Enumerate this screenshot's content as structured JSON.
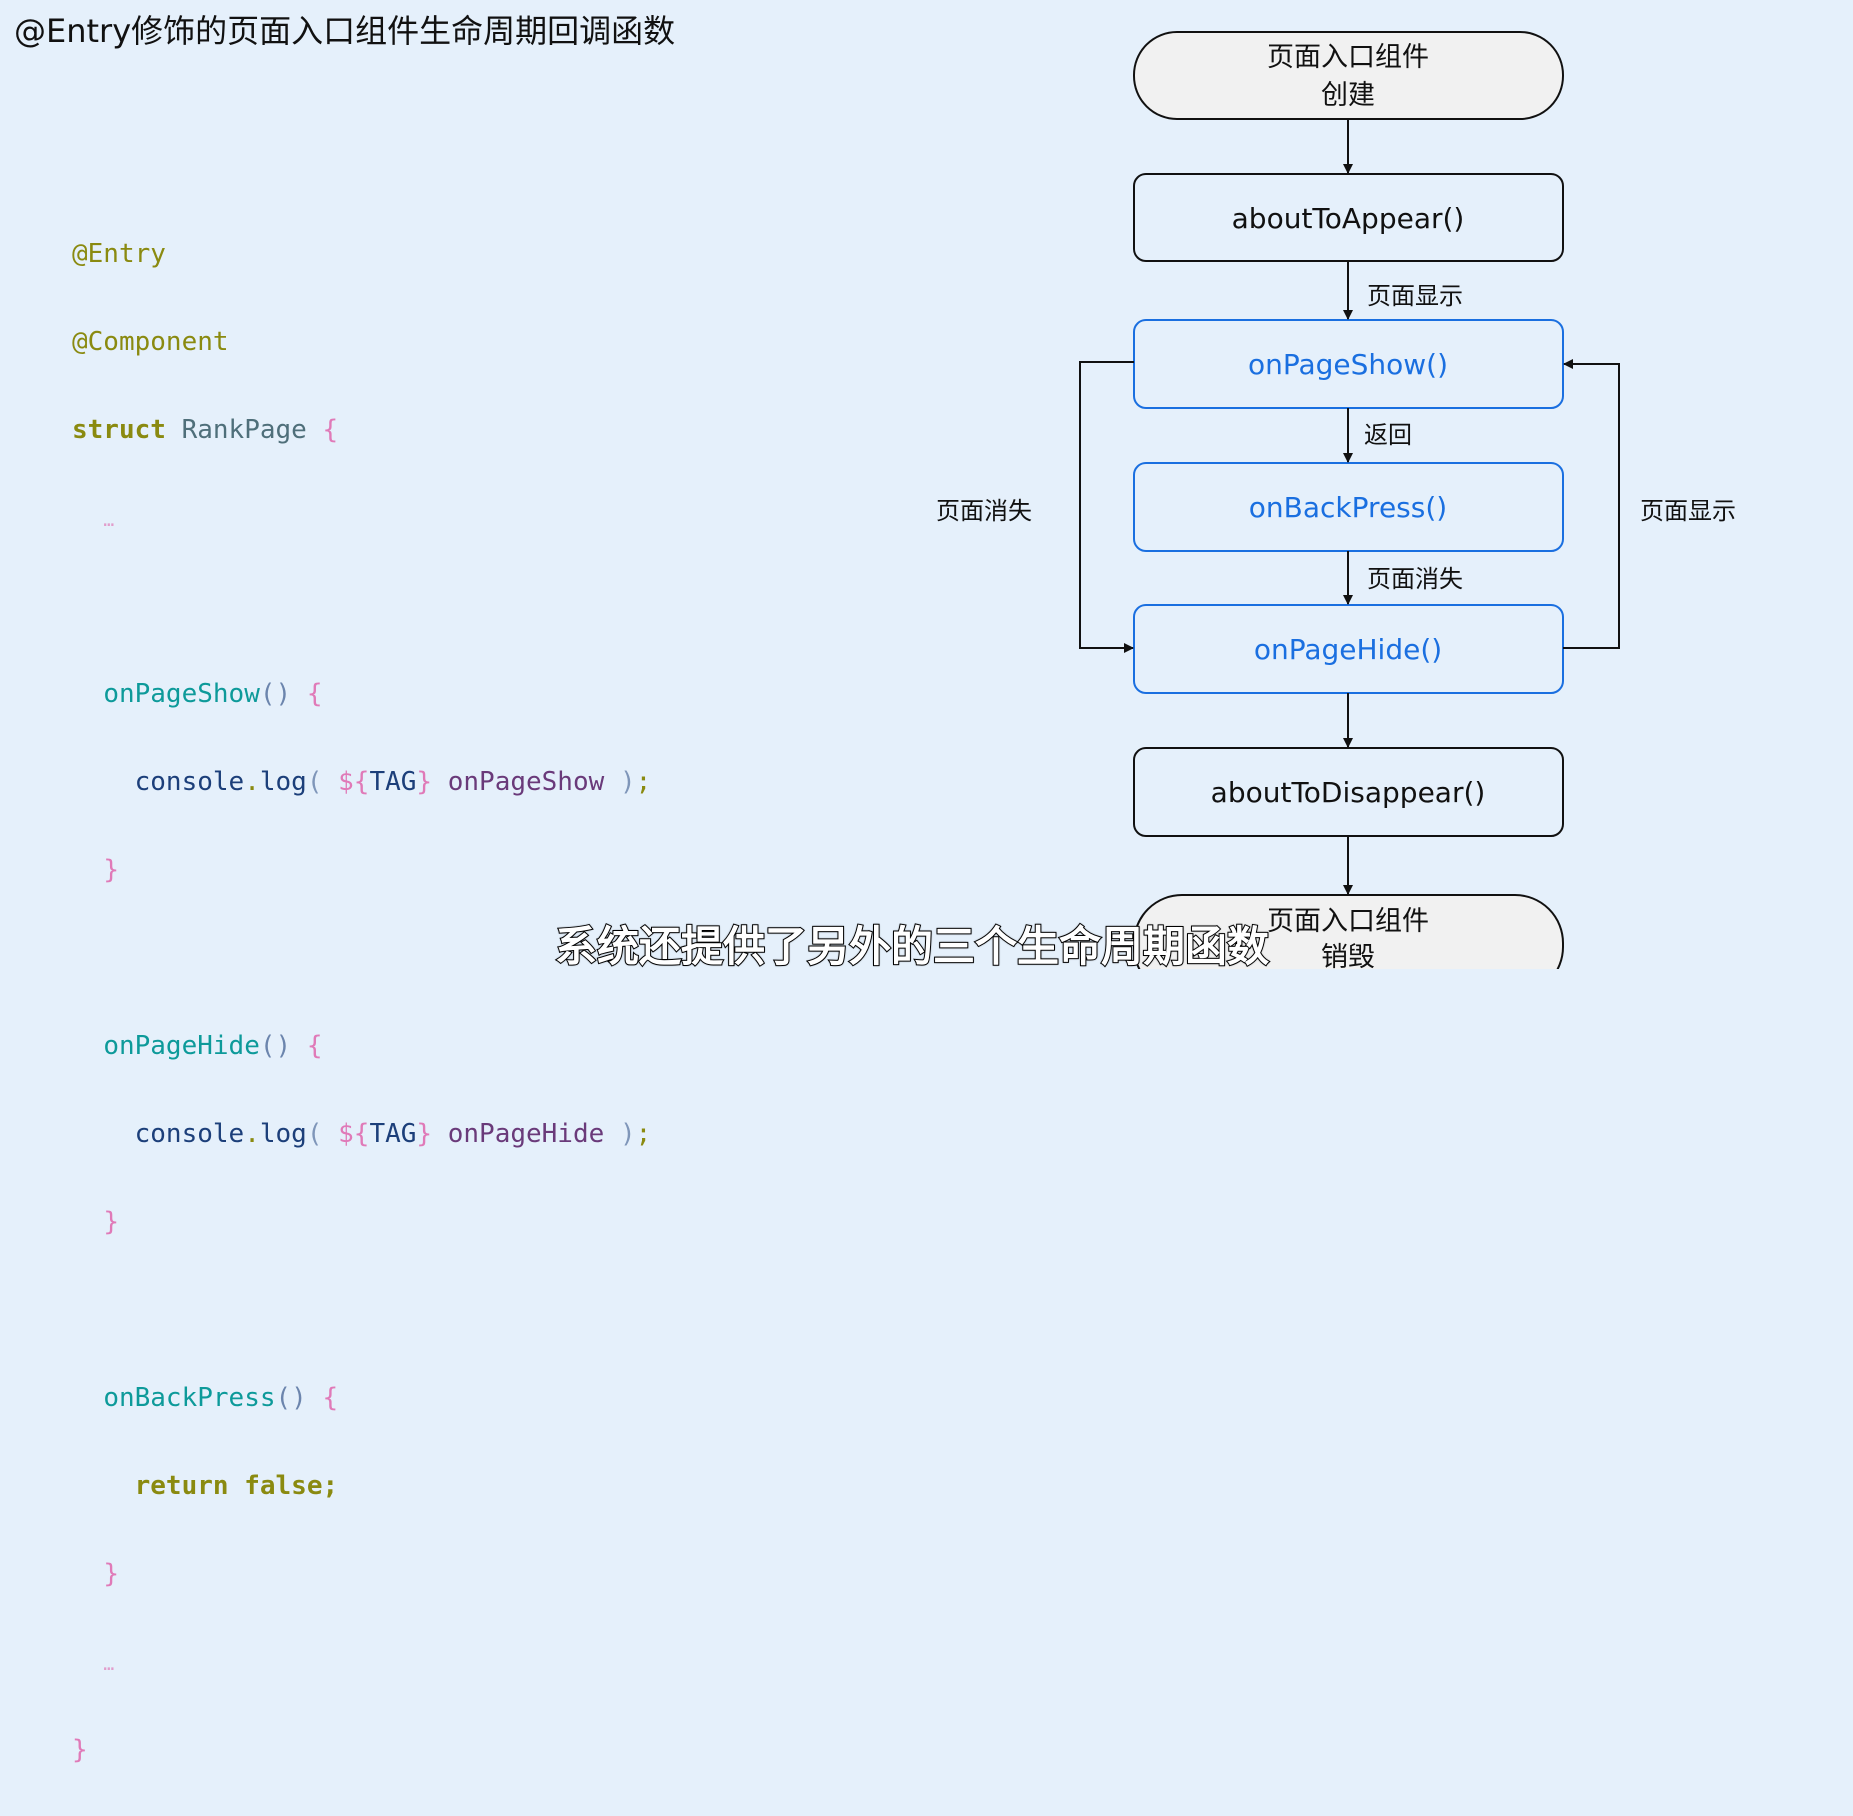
{
  "title": "@Entry修饰的页面入口组件生命周期回调函数",
  "code": {
    "l1": "@Entry",
    "l2": "@Component",
    "l3_kw": "struct",
    "l3_name": "RankPage",
    "open_brace": "{",
    "close_brace": "}",
    "ellipsis": "…",
    "show_fn": "onPageShow",
    "hide_fn": "onPageHide",
    "back_fn": "onBackPress",
    "parens": "()",
    "console": "console",
    "dot": ".",
    "log": "log",
    "lparen": "(",
    "rparen": ")",
    "semi": ";",
    "tag_open": "${",
    "tag": "TAG",
    "tag_close": "}",
    "show_msg": "onPageShow",
    "hide_msg": "onPageHide",
    "return_kw": "return",
    "false_kw": "false"
  },
  "diagram": {
    "nodes": {
      "create_line1": "页面入口组件",
      "create_line2": "创建",
      "about_to_appear": "aboutToAppear()",
      "on_page_show": "onPageShow()",
      "on_back_press": "onBackPress()",
      "on_page_hide": "onPageHide()",
      "about_to_disappear": "aboutToDisappear()",
      "destroy_line1": "页面入口组件",
      "destroy_line2": "销毁"
    },
    "edges": {
      "appear_to_show": "页面显示",
      "show_to_back": "返回",
      "back_to_hide": "页面消失",
      "left_loop": "页面消失",
      "right_loop": "页面显示"
    },
    "colors": {
      "highlight": "#1a6fe0",
      "border": "#111111"
    }
  },
  "subtitle": "系统还提供了另外的三个生命周期函数"
}
